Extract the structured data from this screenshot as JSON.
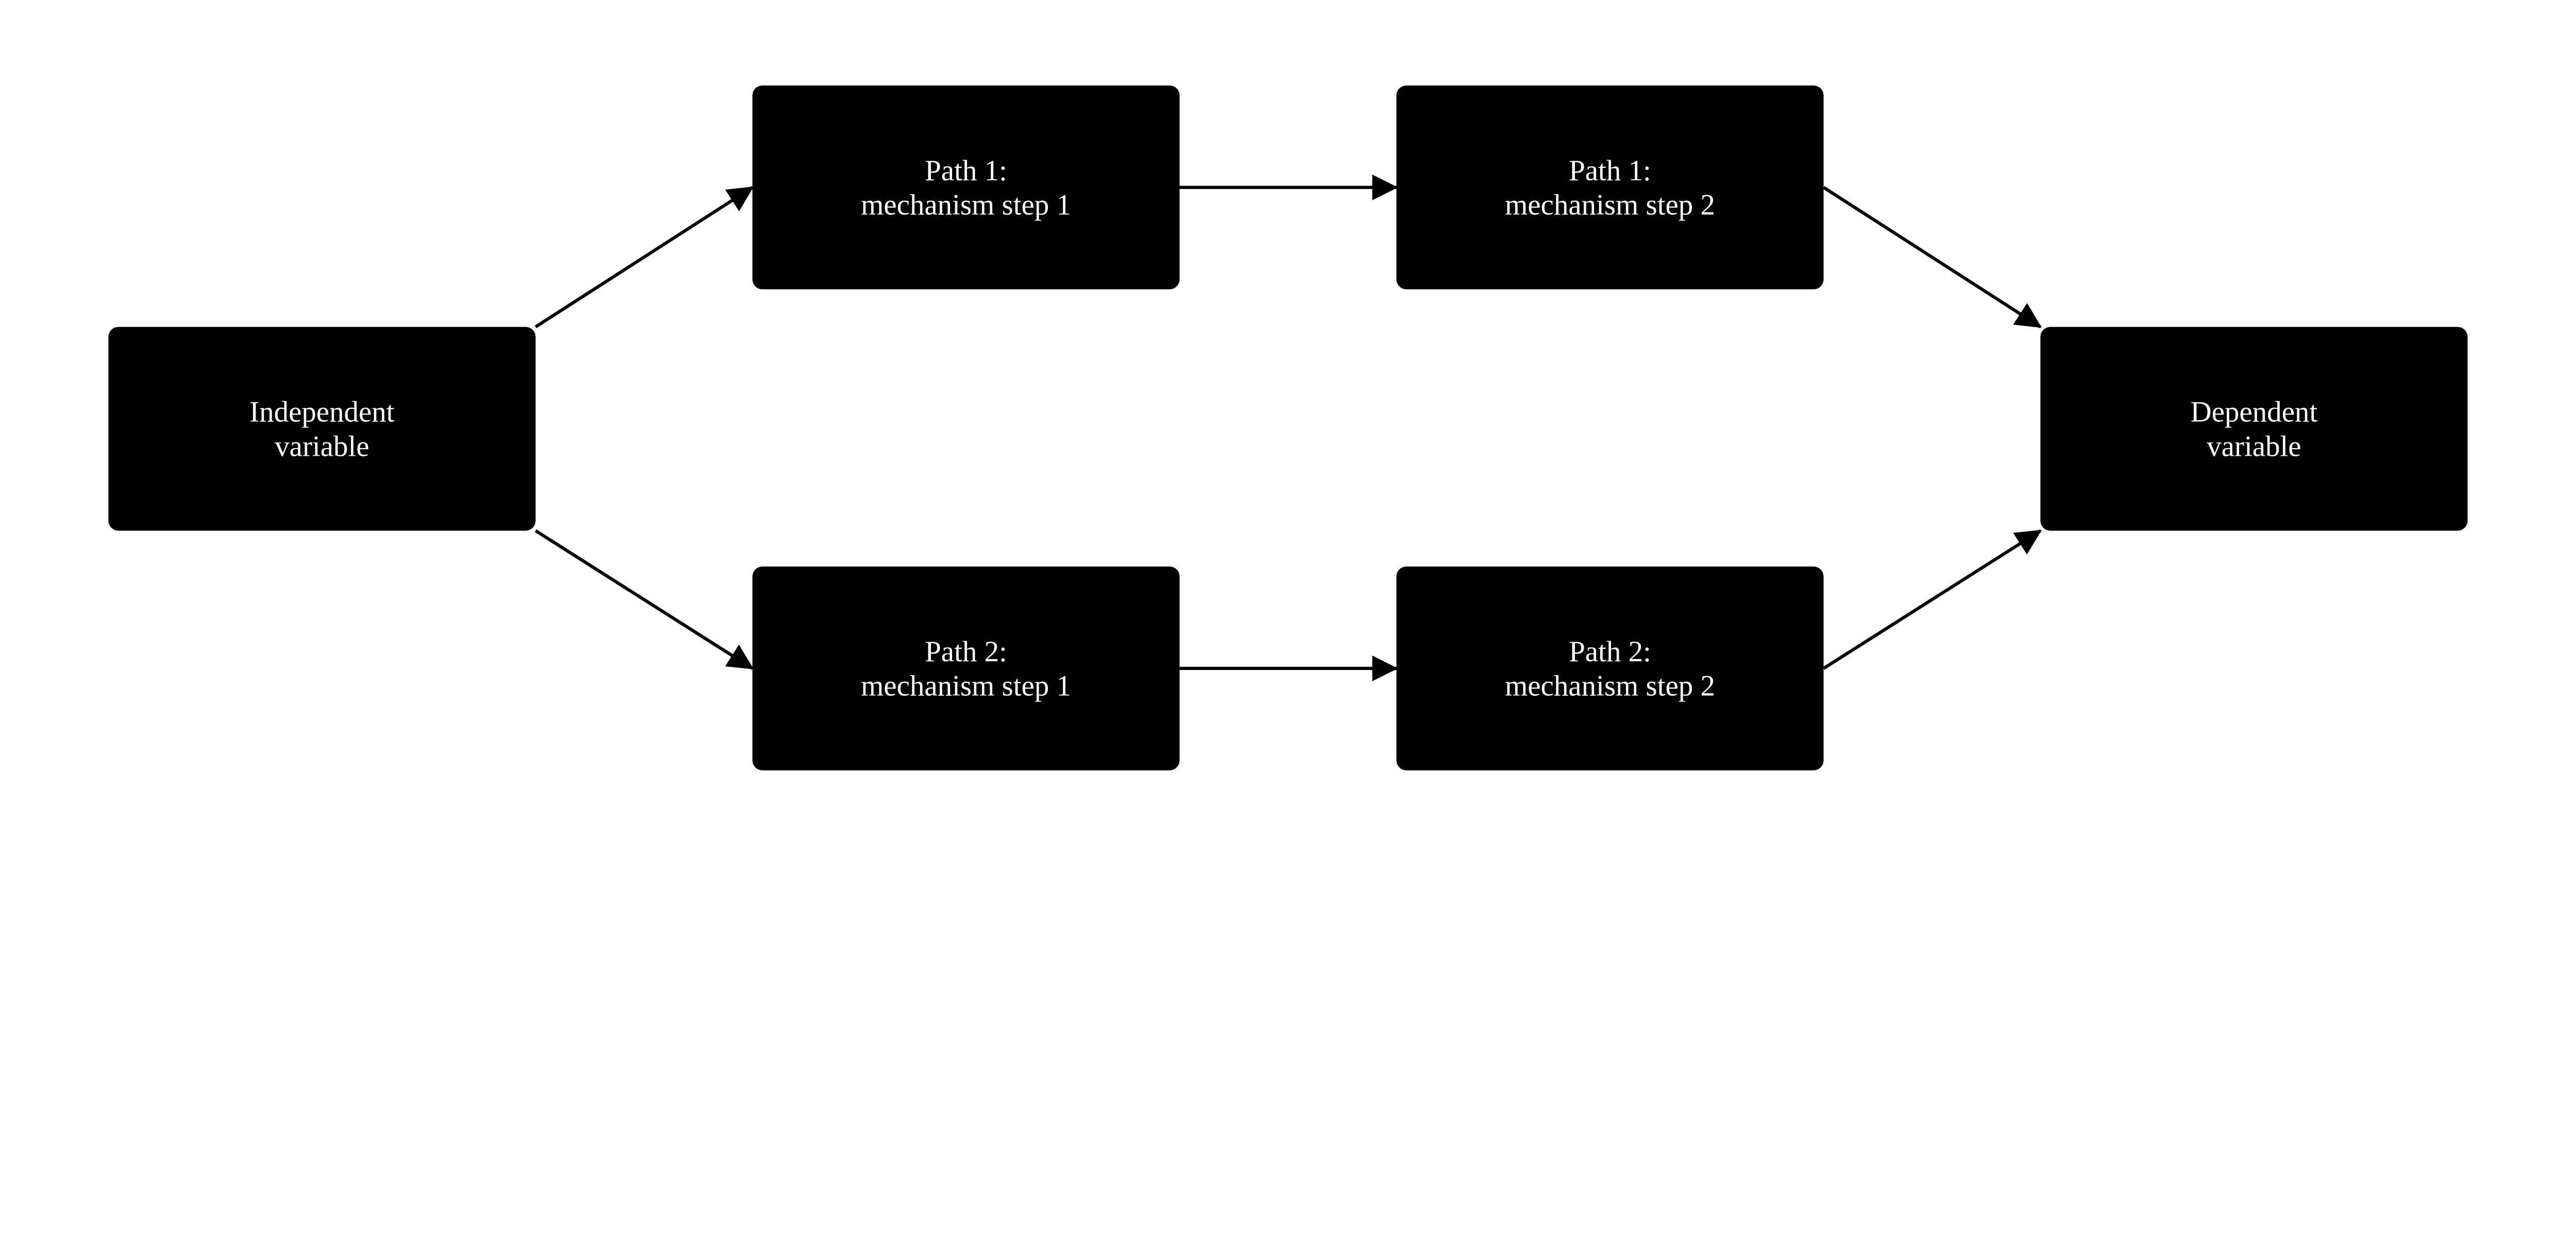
{
  "diagram": {
    "colors": {
      "node_fill": "#000000",
      "node_text": "#ffffff",
      "edge": "#000000",
      "background": "#ffffff"
    },
    "nodes": [
      {
        "id": "iv",
        "lines": [
          "Independent",
          "variable"
        ]
      },
      {
        "id": "p1s1",
        "lines": [
          "Path 1:",
          "mechanism step 1"
        ]
      },
      {
        "id": "p1s2",
        "lines": [
          "Path 1:",
          "mechanism step 2"
        ]
      },
      {
        "id": "dv",
        "lines": [
          "Dependent",
          "variable"
        ]
      },
      {
        "id": "p2s1",
        "lines": [
          "Path 2:",
          "mechanism step 1"
        ]
      },
      {
        "id": "p2s2",
        "lines": [
          "Path 2:",
          "mechanism step 2"
        ]
      }
    ],
    "edges": [
      {
        "from": "iv",
        "to": "p1s1"
      },
      {
        "from": "p1s1",
        "to": "p1s2"
      },
      {
        "from": "p1s2",
        "to": "dv"
      },
      {
        "from": "iv",
        "to": "p2s1"
      },
      {
        "from": "p2s1",
        "to": "p2s2"
      },
      {
        "from": "p2s2",
        "to": "dv"
      }
    ]
  }
}
